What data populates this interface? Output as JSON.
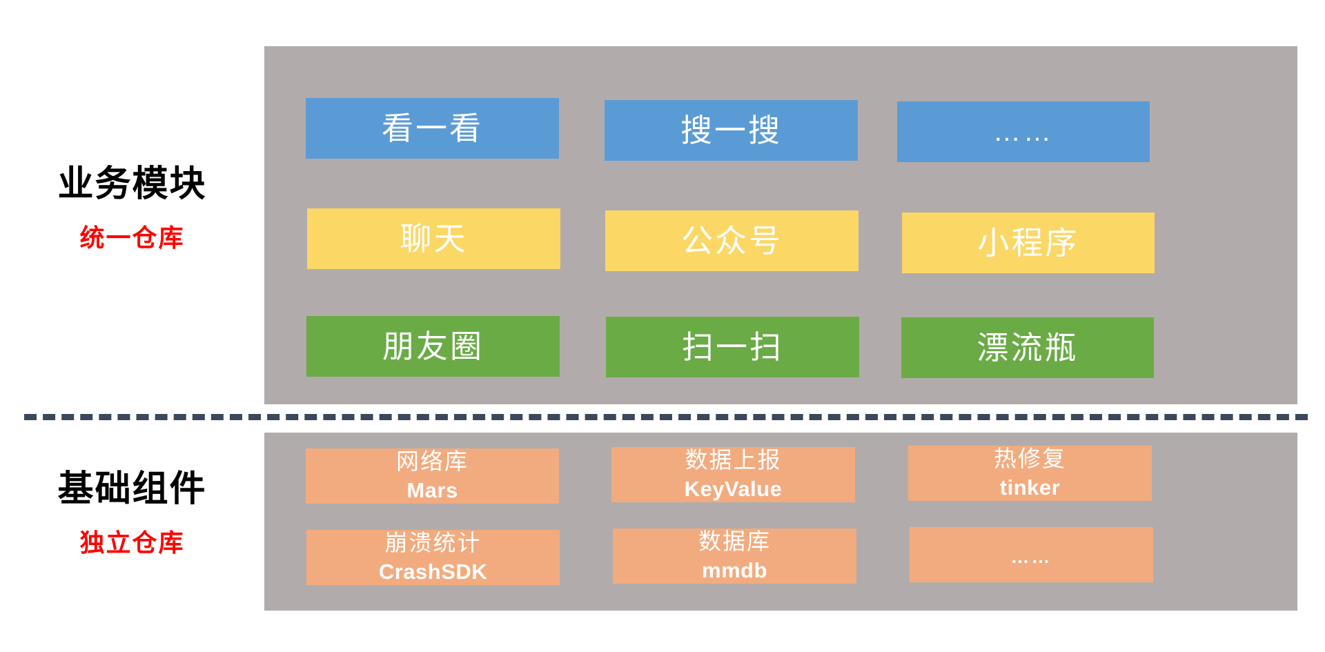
{
  "diagram": {
    "title_left_groups": [
      {
        "main": "业务模块",
        "sub": "统一仓库",
        "sub_color": "#ff0000"
      },
      {
        "main": "基础组件",
        "sub": "独立仓库",
        "sub_color": "#ff0000"
      }
    ],
    "business_panel": {
      "background": "#b1acab",
      "rows": [
        {
          "color": "#5b9bd5",
          "tiles": [
            {
              "label": "看一看"
            },
            {
              "label": "搜一搜"
            },
            {
              "label": "……"
            }
          ]
        },
        {
          "color": "#fbd765",
          "tiles": [
            {
              "label": "聊天"
            },
            {
              "label": "公众号"
            },
            {
              "label": "小程序"
            }
          ]
        },
        {
          "color": "#6aab46",
          "tiles": [
            {
              "label": "朋友圈"
            },
            {
              "label": "扫一扫"
            },
            {
              "label": "漂流瓶"
            }
          ]
        }
      ]
    },
    "base_panel": {
      "background": "#b1acab",
      "tile_color": "#f2ab7f",
      "rows": [
        {
          "tiles": [
            {
              "label": "网络库",
              "sub": "Mars"
            },
            {
              "label": "数据上报",
              "sub": "KeyValue"
            },
            {
              "label": "热修复",
              "sub": "tinker"
            }
          ]
        },
        {
          "tiles": [
            {
              "label": "崩溃统计",
              "sub": "CrashSDK"
            },
            {
              "label": "数据库",
              "sub": "mmdb"
            },
            {
              "label": "",
              "sub": "……"
            }
          ]
        }
      ]
    },
    "divider": {
      "style": "dashed",
      "color": "#3b475c"
    }
  }
}
